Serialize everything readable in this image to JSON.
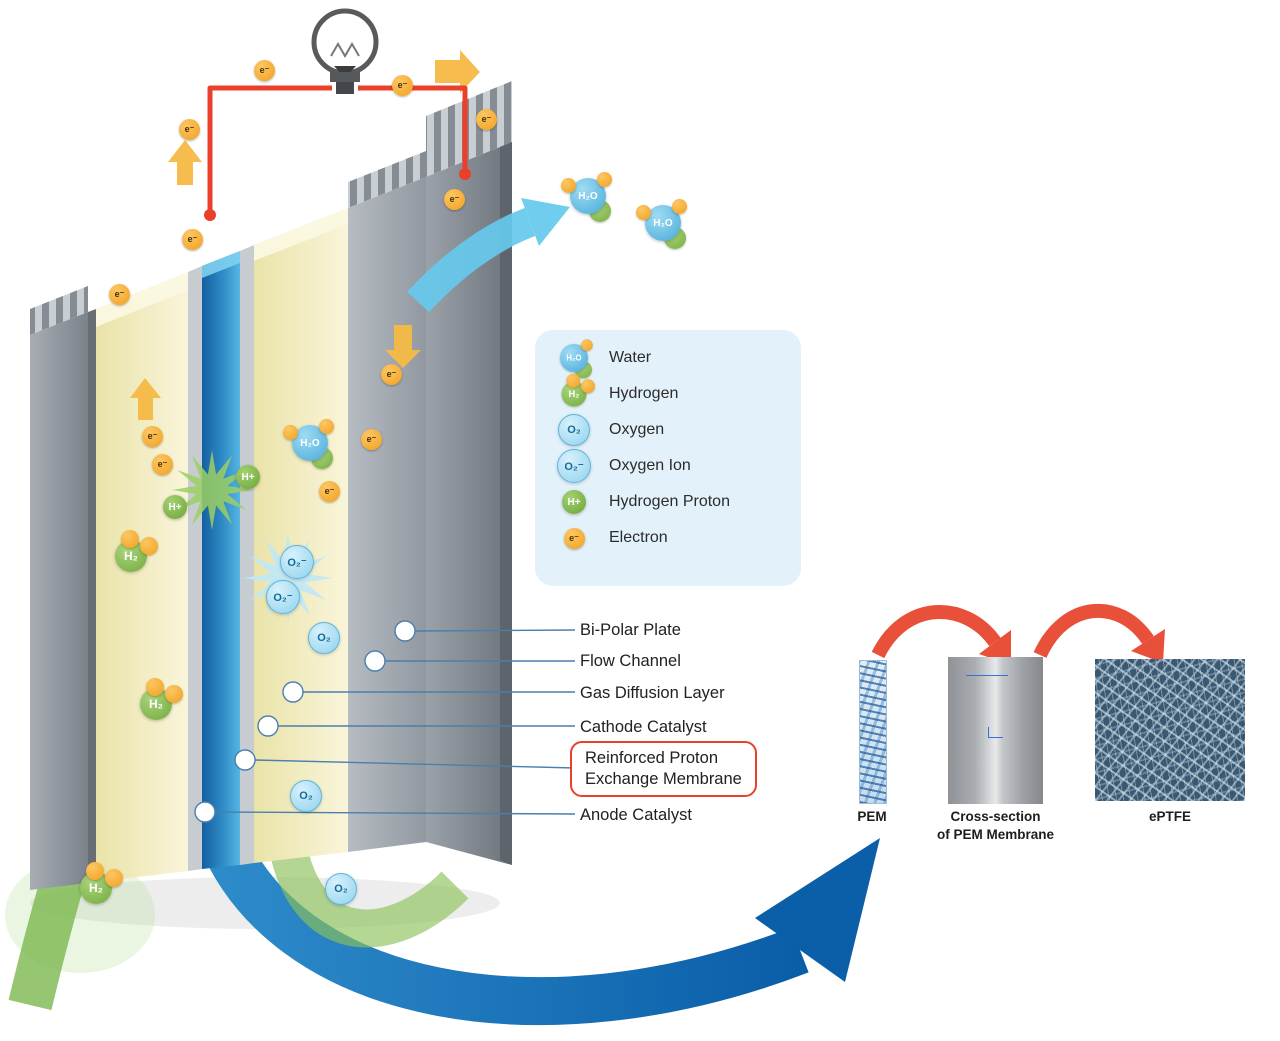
{
  "colors": {
    "accent_red": "#e8402a",
    "arrow_blue": "#1173b9",
    "arrow_cyan": "#66c9ec",
    "arrow_green": "#7cb84f",
    "arrow_orange": "#f6b945",
    "membrane_blue": "#2b8ac4",
    "legend_bg": "#e2f1fa"
  },
  "symbols": {
    "water": "H₂O",
    "hydrogen": "H₂",
    "oxygen": "O₂",
    "oxygen_ion": "O₂⁻",
    "proton": "H+",
    "electron": "e⁻"
  },
  "legend": {
    "items": [
      {
        "label": "Water"
      },
      {
        "label": "Hydrogen"
      },
      {
        "label": "Oxygen"
      },
      {
        "label": "Oxygen Ion"
      },
      {
        "label": "Hydrogen Proton"
      },
      {
        "label": "Electron"
      }
    ]
  },
  "part_labels": {
    "bipolar_plate": "Bi-Polar Plate",
    "flow_channel": "Flow Channel",
    "gas_diffusion_layer": "Gas Diffusion Layer",
    "cathode_catalyst": "Cathode Catalyst",
    "reinforced_pem_line1": "Reinforced Proton",
    "reinforced_pem_line2": "Exchange Membrane",
    "anode_catalyst": "Anode Catalyst"
  },
  "panels": {
    "pem_label": "PEM",
    "cross_section_line1": "Cross-section",
    "cross_section_line2": "of PEM Membrane",
    "eptfe_label": "ePTFE"
  }
}
